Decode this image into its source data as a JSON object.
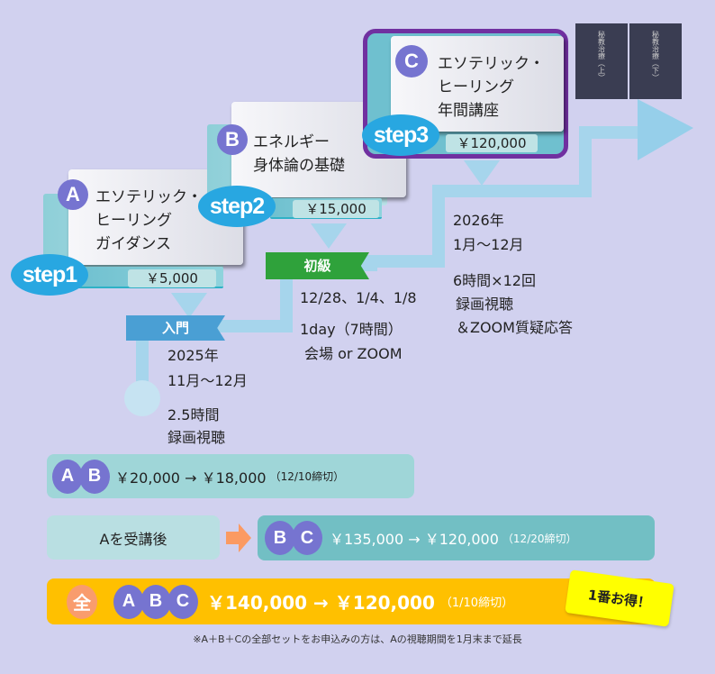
{
  "steps": [
    {
      "badge": "step1",
      "letter": "A",
      "title": "エソテリック・\nヒーリング\nガイダンス",
      "price": "￥5,000"
    },
    {
      "badge": "step2",
      "letter": "B",
      "title": "エネルギー\n身体論の基礎",
      "price": "￥15,000"
    },
    {
      "badge": "step3",
      "letter": "C",
      "title": "エソテリック・\nヒーリング\n年間講座",
      "price": "￥120,000"
    }
  ],
  "books": [
    "秘教治療（上）",
    "秘教治療（下）"
  ],
  "banners": {
    "entry": "入門",
    "beginner": "初級"
  },
  "details": {
    "a": {
      "year": "2025年",
      "months": "11月〜12月",
      "hours": "2.5時間",
      "format": "録画視聴"
    },
    "b": {
      "dates": "12/28、1/4、1/8",
      "duration": "1day（7時間）",
      "venue": "会場 or ZOOM"
    },
    "c": {
      "year": "2026年",
      "months": "1月〜12月",
      "sessions": "6時間×12回",
      "format": "録画視聴",
      "qa": "＆ZOOM質疑応答"
    }
  },
  "offers": {
    "ab": {
      "letters": [
        "A",
        "B"
      ],
      "text": "￥20,000 → ￥18,000",
      "deadline": "（12/10締切）"
    },
    "after_a": {
      "label": "Aを受講後",
      "letters": [
        "B",
        "C"
      ],
      "text": "￥135,000 → ￥120,000",
      "deadline": "（12/20締切）"
    },
    "all": {
      "all_label": "全",
      "letters": [
        "A",
        "B",
        "C"
      ],
      "text": "￥140,000 → ￥120,000",
      "deadline": "（1/10締切）",
      "badge": "1番お得！"
    }
  },
  "note": "※A＋B＋Cの全部セットをお申込みの方は、Aの視聴期間を1月末まで延長",
  "colors": {
    "background": "#d1d1ef",
    "letter_circle": "#7674d0",
    "step_bubble": "#28a7e1",
    "highlight_border": "#7030a0",
    "all_set": "#ffc000",
    "badge": "#ffff00"
  }
}
